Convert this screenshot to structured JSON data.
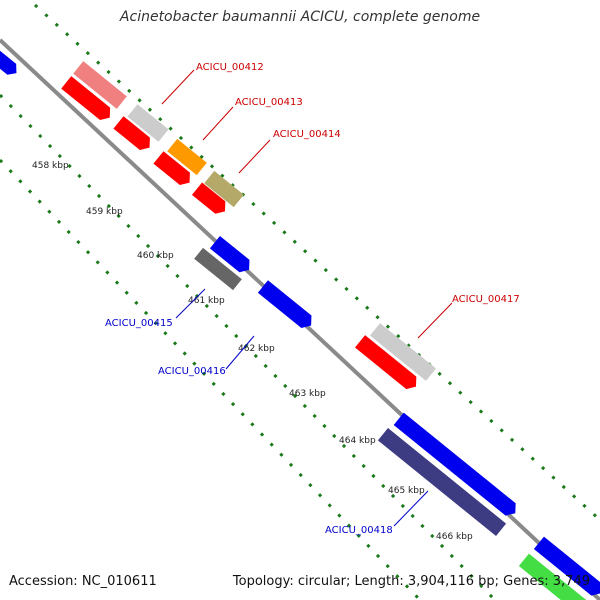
{
  "title": "Acinetobacter baumannii ACICU, complete genome",
  "footer": {
    "accession": "Accession: NC_010611",
    "summary": "Topology: circular; Length: 3,904,116 bp; Genes: 3,749"
  },
  "ticks": [
    "458 kbp",
    "459 kbp",
    "460 kbp",
    "461 kbp",
    "462 kbp",
    "463 kbp",
    "464 kbp",
    "465 kbp",
    "466 kbp"
  ],
  "gene_labels": [
    {
      "text": "ACICU_00412",
      "color": "#cc0000"
    },
    {
      "text": "ACICU_00413",
      "color": "#cc0000"
    },
    {
      "text": "ACICU_00414",
      "color": "#cc0000"
    },
    {
      "text": "ACICU_00415",
      "color": "#0000cc"
    },
    {
      "text": "ACICU_00416",
      "color": "#0000cc"
    },
    {
      "text": "ACICU_00417",
      "color": "#cc0000"
    },
    {
      "text": "ACICU_00418",
      "color": "#0000cc"
    }
  ],
  "colors": {
    "backbone": "#8a8a8a",
    "dotted_ring": "#1a7a1a",
    "forward_strand": "#ff0000",
    "reverse_strand": "#0000ee",
    "pink": "#f08080",
    "light_gray": "#cccccc",
    "orange": "#ff9900",
    "olive": "#b5a96a",
    "dark_gray": "#666666",
    "dark_slate": "#3d3b82",
    "green": "#44dd44"
  }
}
